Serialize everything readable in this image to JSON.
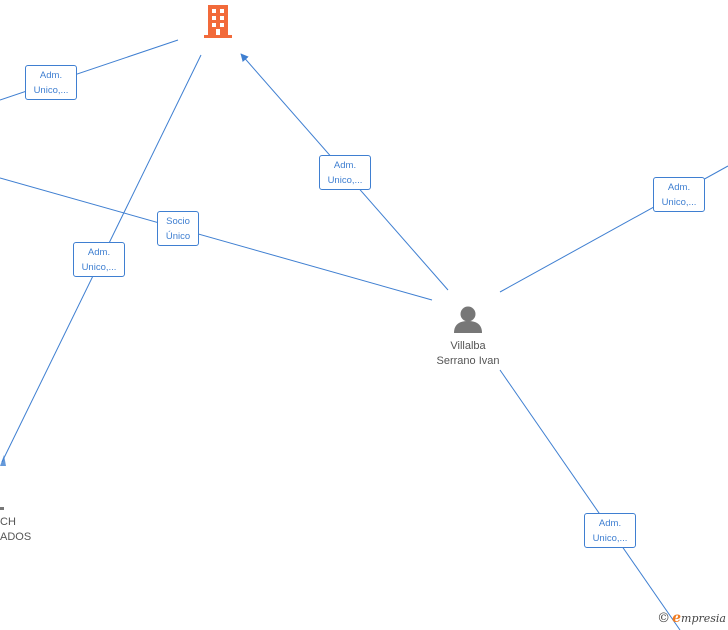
{
  "colors": {
    "edge": "#3f7fd1",
    "company_icon": "#f26a3a",
    "person_icon": "#777777",
    "node_text": "#555555"
  },
  "nodes": {
    "company": {
      "icon": "building-icon"
    },
    "person": {
      "icon": "person-icon",
      "line1": "Villalba",
      "line2": "Serrano Ivan"
    },
    "left_company": {
      "line1": "CH",
      "line2": "ADOS"
    }
  },
  "edge_labels": [
    {
      "line1": "Adm.",
      "line2": "Unico,..."
    },
    {
      "line1": "Adm.",
      "line2": "Unico,..."
    },
    {
      "line1": "Socio",
      "line2": "Único"
    },
    {
      "line1": "Adm.",
      "line2": "Unico,..."
    },
    {
      "line1": "Adm.",
      "line2": "Unico,..."
    },
    {
      "line1": "Adm.",
      "line2": "Unico,..."
    }
  ],
  "footer": {
    "copyright": "©",
    "brand_initial": "e",
    "brand_rest": "mpresia"
  }
}
